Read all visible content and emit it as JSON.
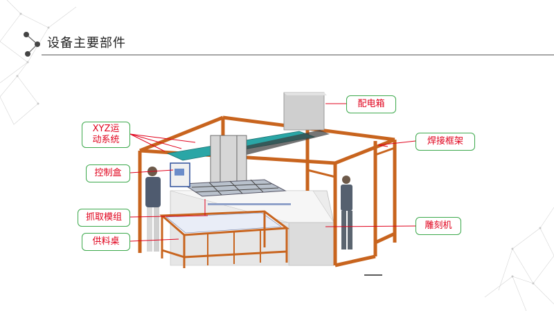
{
  "title": "设备主要部件",
  "labels": {
    "distribution_box": "配电箱",
    "xyz_line1": "XYZ运",
    "xyz_line2": "动系统",
    "welded_frame": "焊接框架",
    "control_box": "控制盒",
    "gripper_module": "抓取模组",
    "engraving_machine": "雕刻机",
    "feeding_table": "供料桌"
  },
  "colors": {
    "callout_text": "#e0001b",
    "callout_border": "#3aa84a",
    "leader_line": "#e0001b",
    "frame_orange": "#c8641e",
    "machine_gray": "#ebebeb"
  }
}
